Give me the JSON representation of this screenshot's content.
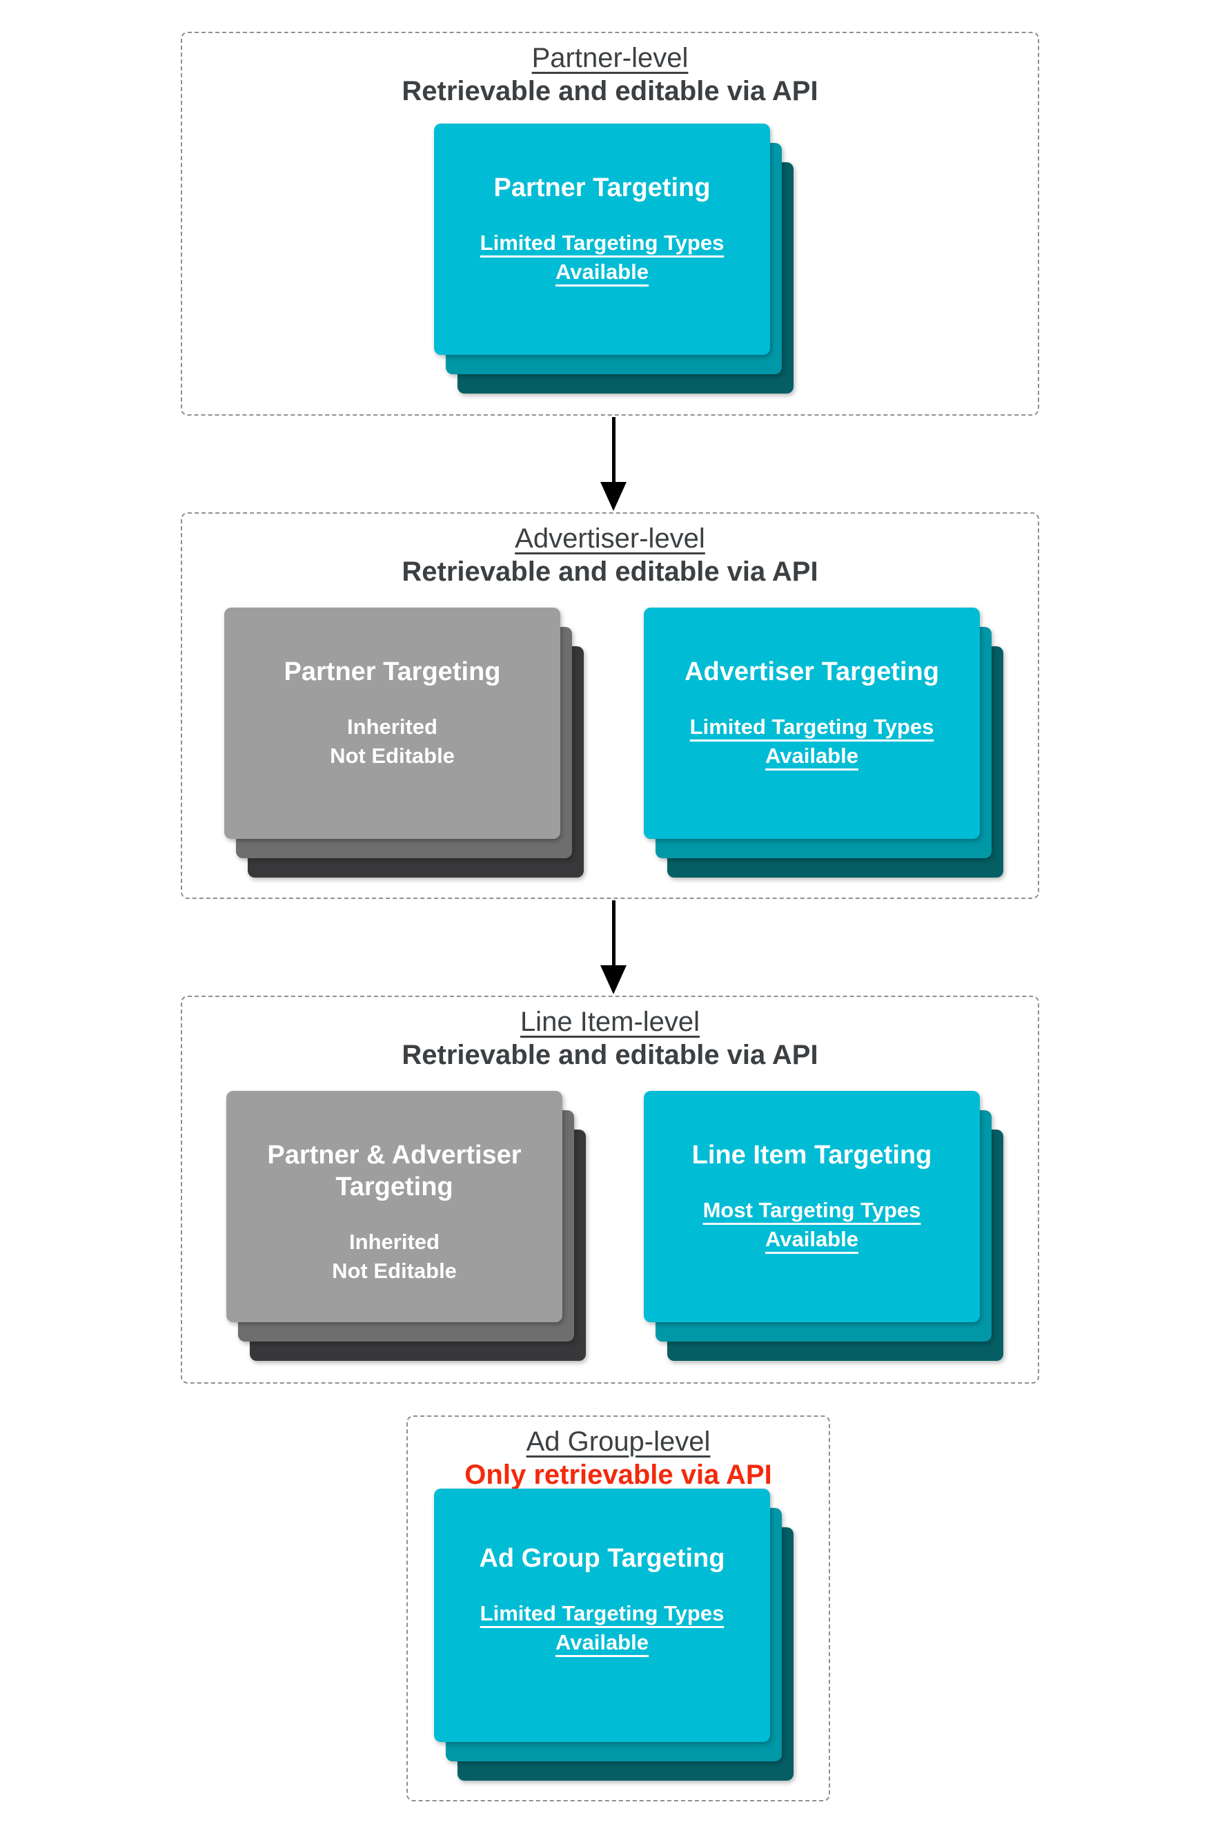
{
  "colors": {
    "background": "#FFFFFF",
    "dashed-border": "#8F8F8F",
    "heading-text": "#3C4043",
    "alert-text": "#F4290C",
    "card-text": "#FFFFFF",
    "card-cyan": "#00BCD4",
    "card-cyan-mid": "#0097A7",
    "card-cyan-dark": "#045E64",
    "card-gray": "#9E9E9E",
    "card-gray-mid": "#6E6E6E",
    "card-gray-dark": "#38383A",
    "arrow-black": "#000000"
  },
  "sections": [
    {
      "title": "Partner-level",
      "subtitle": "Retrievable and editable via API",
      "cards": [
        {
          "style": "cyan",
          "title": "Partner Targeting",
          "subtitle_lines": [
            "Limited Targeting Types",
            "Available"
          ],
          "subtitle_underlined": true
        }
      ]
    },
    {
      "title": "Advertiser-level",
      "subtitle": "Retrievable and editable via API",
      "cards": [
        {
          "style": "gray",
          "title": "Partner Targeting",
          "subtitle_lines": [
            "Inherited",
            "Not Editable"
          ],
          "subtitle_underlined": false
        },
        {
          "style": "cyan",
          "title": "Advertiser Targeting",
          "subtitle_lines": [
            "Limited Targeting Types",
            "Available"
          ],
          "subtitle_underlined": true
        }
      ]
    },
    {
      "title": "Line Item-level",
      "subtitle": "Retrievable and editable via API",
      "cards": [
        {
          "style": "gray",
          "title": "Partner & Advertiser Targeting",
          "subtitle_lines": [
            "Inherited",
            "Not Editable"
          ],
          "subtitle_underlined": false
        },
        {
          "style": "cyan",
          "title": "Line Item Targeting",
          "subtitle_lines": [
            "Most Targeting Types",
            "Available"
          ],
          "subtitle_underlined": true
        }
      ]
    },
    {
      "title": "Ad Group-level",
      "subtitle": "Only retrievable via API",
      "cards": [
        {
          "style": "cyan",
          "title": "Ad Group Targeting",
          "subtitle_lines": [
            "Limited Targeting Types",
            "Available"
          ],
          "subtitle_underlined": true
        }
      ]
    }
  ]
}
